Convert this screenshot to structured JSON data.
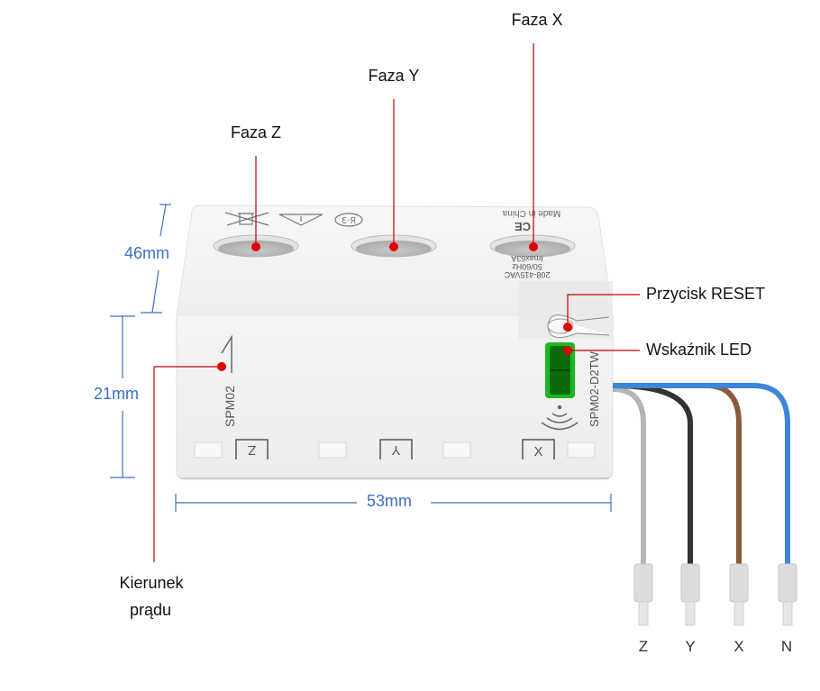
{
  "diagram": {
    "title": "SPM02 three-phase energy meter connection diagram",
    "device": {
      "model_side": "SPM02",
      "model_front": "SPM02-D2TW",
      "top_markings": [
        "Made in China",
        "CE",
        "208-415VAC",
        "50/60Hz",
        "Imax63A"
      ],
      "terminal_labels": [
        "Z",
        "Y",
        "X"
      ]
    },
    "callouts": {
      "phase_z": "Faza Z",
      "phase_y": "Faza Y",
      "phase_x": "Faza X",
      "reset_button": "Przycisk RESET",
      "led_indicator": "Wskaźnik LED",
      "current_direction_line1": "Kierunek",
      "current_direction_line2": "prądu"
    },
    "dimensions": {
      "depth": "46mm",
      "height": "21mm",
      "width": "53mm"
    },
    "wires": [
      {
        "label": "Z",
        "color": "#b5b5b5"
      },
      {
        "label": "Y",
        "color": "#333333"
      },
      {
        "label": "X",
        "color": "#8b5a3c"
      },
      {
        "label": "N",
        "color": "#3b86d8"
      }
    ],
    "colors": {
      "callout": "#e00000",
      "dimension": "#3e6fc2",
      "led": "#1db81d"
    }
  }
}
